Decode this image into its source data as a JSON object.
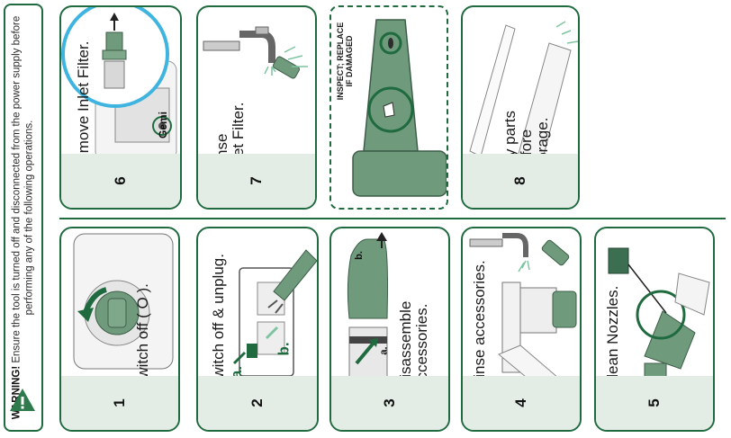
{
  "warning": {
    "label": "WARNING!",
    "text": " Ensure the tool is turned off and disconnected from the power supply before performing any of the following operations."
  },
  "steps": [
    {
      "number": "1",
      "caption": [
        "Switch off ( O )."
      ]
    },
    {
      "number": "2",
      "caption": [
        "Switch off & unplug."
      ],
      "labels": [
        "a.",
        "b."
      ]
    },
    {
      "number": "3",
      "caption": [
        "Disassemble",
        "accessories."
      ],
      "labels": [
        "a.",
        "b."
      ]
    },
    {
      "number": "4",
      "caption": [
        "Rinse accessories."
      ]
    },
    {
      "number": "5",
      "caption": [
        "Clean Nozzles."
      ]
    },
    {
      "number": "6",
      "caption": [
        "Remove Inlet Filter."
      ],
      "brand": "Gemi"
    },
    {
      "number": "7",
      "caption": [
        "Rinse",
        "Inlet Filter."
      ]
    },
    {
      "number": "8",
      "caption": [
        "Dry parts",
        "before",
        "storage."
      ]
    }
  ],
  "inspect_note": [
    "INSPECT; REPLACE",
    "IF DAMAGED"
  ],
  "colors": {
    "accent": "#1f6b3f",
    "band": "#e3ede6",
    "part": "#6f9a7c"
  },
  "icons": [
    "warning-icon"
  ]
}
